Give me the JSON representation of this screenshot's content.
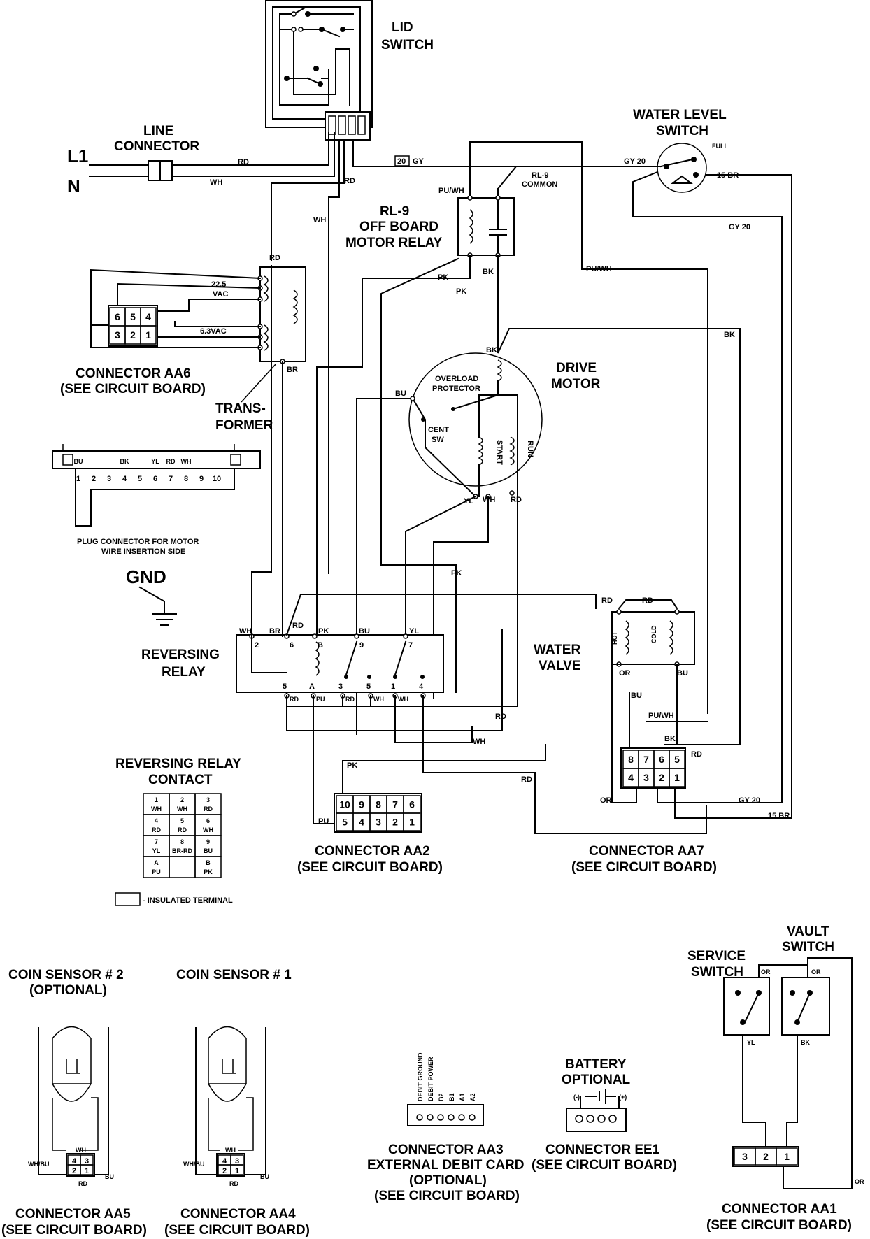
{
  "components": {
    "lid_switch": [
      "LID",
      "SWITCH"
    ],
    "line_connector": [
      "LINE",
      "CONNECTOR"
    ],
    "l1": "L1",
    "n": "N",
    "water_level_switch": [
      "WATER LEVEL",
      "SWITCH"
    ],
    "full": "FULL",
    "rl9_common": [
      "RL-9",
      "COMMON"
    ],
    "rl9_relay": [
      "RL-9",
      "OFF BOARD",
      "MOTOR RELAY"
    ],
    "drive_motor": [
      "DRIVE",
      "MOTOR"
    ],
    "overload_protector": [
      "OVERLOAD",
      "PROTECTOR"
    ],
    "cent_sw": [
      "CENT",
      "SW"
    ],
    "start": "START",
    "run": "RUN",
    "transformer": [
      "TRANS-",
      "FORMER"
    ],
    "vac_225": [
      "22.5",
      "VAC"
    ],
    "vac_63": "6.3VAC",
    "connector_aa6": [
      "CONNECTOR AA6",
      "(SEE CIRCUIT BOARD)"
    ],
    "plug_connector": [
      "PLUG CONNECTOR FOR MOTOR",
      "WIRE INSERTION SIDE"
    ],
    "gnd": "GND",
    "reversing_relay": [
      "REVERSING",
      "RELAY"
    ],
    "water_valve": [
      "WATER",
      "VALVE"
    ],
    "hot": "HOT",
    "cold": "COLD",
    "reversing_relay_contact": [
      "REVERSING RELAY",
      "CONTACT"
    ],
    "connector_aa2": [
      "CONNECTOR AA2",
      "(SEE CIRCUIT BOARD)"
    ],
    "connector_aa7": [
      "CONNECTOR AA7",
      "(SEE CIRCUIT BOARD)"
    ],
    "insulated_terminal": "- INSULATED TERMINAL",
    "coin_sensor_2": [
      "COIN SENSOR # 2",
      "(OPTIONAL)"
    ],
    "coin_sensor_1": "COIN SENSOR # 1",
    "connector_aa5": [
      "CONNECTOR AA5",
      "(SEE CIRCUIT BOARD)"
    ],
    "connector_aa4": [
      "CONNECTOR AA4",
      "(SEE CIRCUIT BOARD)"
    ],
    "connector_aa3": [
      "CONNECTOR AA3",
      "EXTERNAL DEBIT CARD",
      "(OPTIONAL)",
      "(SEE CIRCUIT BOARD)"
    ],
    "debit_pins": [
      "DEBIT GROUND",
      "DEBIT POWER",
      "B2",
      "B1",
      "A1",
      "A2"
    ],
    "battery": [
      "BATTERY",
      "OPTIONAL"
    ],
    "battery_polarity": [
      "(-)",
      "(+)"
    ],
    "connector_ee1": [
      "CONNECTOR EE1",
      "(SEE CIRCUIT BOARD)"
    ],
    "service_switch": [
      "SERVICE",
      "SWITCH"
    ],
    "vault_switch": [
      "VAULT",
      "SWITCH"
    ],
    "connector_aa1": [
      "CONNECTOR AA1",
      "(SEE CIRCUIT BOARD)"
    ]
  },
  "wire_labels": {
    "rd": "RD",
    "wh": "WH",
    "gy": "GY",
    "gy20": "GY 20",
    "br15": "15 BR",
    "puwh": "PU/WH",
    "pk": "PK",
    "bk": "BK",
    "br": "BR",
    "bu": "BU",
    "yl": "YL",
    "or": "OR",
    "pu": "PU",
    "whbu": "WH/BU",
    "twenty": "20"
  },
  "plug_pins": {
    "colors": [
      "BU",
      "",
      "",
      "BK",
      "",
      "YL",
      "RD",
      "WH",
      "",
      ""
    ],
    "numbers": [
      "1",
      "2",
      "3",
      "4",
      "5",
      "6",
      "7",
      "8",
      "9",
      "10"
    ]
  },
  "aa6_pins": [
    [
      "6",
      "5",
      "4"
    ],
    [
      "3",
      "2",
      "1"
    ]
  ],
  "relay_terminals": {
    "top": [
      "2",
      "6",
      "B",
      "9",
      "7"
    ],
    "bottom": [
      "5",
      "A",
      "3",
      "5",
      "1",
      "4"
    ],
    "bottom_wires": [
      "RD",
      "PU",
      "RD",
      "WH",
      "WH"
    ]
  },
  "contact_table": [
    [
      [
        "1",
        "WH"
      ],
      [
        "2",
        "WH"
      ],
      [
        "3",
        "RD"
      ]
    ],
    [
      [
        "4",
        "RD"
      ],
      [
        "5",
        "RD"
      ],
      [
        "6",
        "WH"
      ]
    ],
    [
      [
        "7",
        "YL"
      ],
      [
        "8",
        "BR-RD"
      ],
      [
        "9",
        "BU"
      ]
    ],
    [
      [
        "A",
        "PU"
      ],
      [
        "",
        ""
      ],
      [
        "B",
        "PK"
      ]
    ]
  ],
  "aa2_pins": [
    [
      "10",
      "9",
      "8",
      "7",
      "6"
    ],
    [
      "5",
      "4",
      "3",
      "2",
      "1"
    ]
  ],
  "aa7_pins": [
    [
      "8",
      "7",
      "6",
      "5"
    ],
    [
      "4",
      "3",
      "2",
      "1"
    ]
  ],
  "aa1_pins": [
    "3",
    "2",
    "1"
  ],
  "coin_pins": [
    [
      "4",
      "3"
    ],
    [
      "2",
      "1"
    ]
  ]
}
